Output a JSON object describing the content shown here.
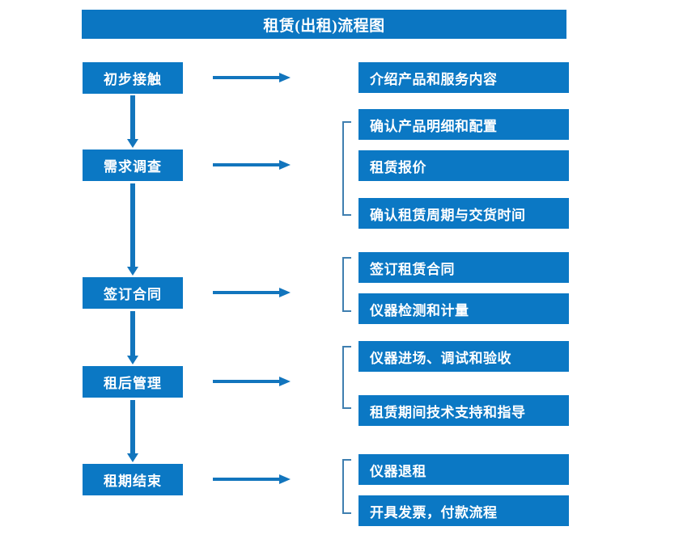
{
  "diagram": {
    "title": "租赁(出租)流程图",
    "colors": {
      "title_bar": "#0b76c2",
      "box_fill": "#0b78c4",
      "box_text": "#ffffff",
      "arrow": "#1275bd",
      "bracket": "#3f7fb0",
      "background": "#ffffff"
    },
    "stages": [
      {
        "label": "初步接触"
      },
      {
        "label": "需求调查"
      },
      {
        "label": "签订合同"
      },
      {
        "label": "租后管理"
      },
      {
        "label": "租期结束"
      }
    ],
    "details": [
      {
        "label": "介绍产品和服务内容"
      },
      {
        "label": "确认产品明细和配置"
      },
      {
        "label": "租赁报价"
      },
      {
        "label": "确认租赁周期与交货时间"
      },
      {
        "label": "签订租赁合同"
      },
      {
        "label": "仪器检测和计量"
      },
      {
        "label": "仪器进场、调试和验收"
      },
      {
        "label": "租赁期间技术支持和指导"
      },
      {
        "label": "仪器退租"
      },
      {
        "label": "开具发票，付款流程"
      }
    ]
  }
}
